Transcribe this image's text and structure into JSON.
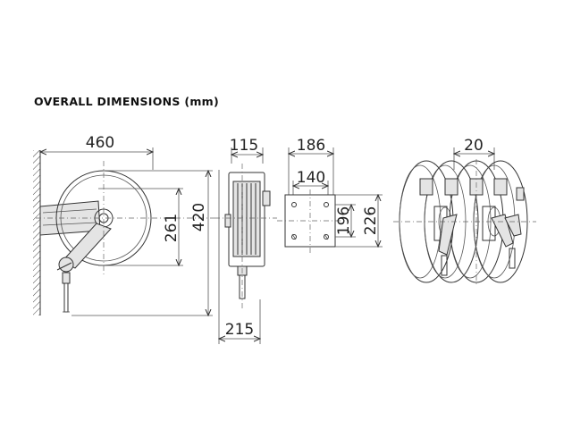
{
  "heading": "OVERALL DIMENSIONS (mm)",
  "views": {
    "side": {
      "width": "460",
      "height_inner": "261",
      "height_outer": "420"
    },
    "front": {
      "top_width": "115",
      "bottom_width": "215"
    },
    "plate": {
      "outer_width": "186",
      "inner_width": "140",
      "inner_height": "196",
      "outer_height": "226"
    },
    "multi": {
      "spacing": "20"
    }
  },
  "colors": {
    "line": "#333333",
    "fill": "#e4e4e4"
  }
}
